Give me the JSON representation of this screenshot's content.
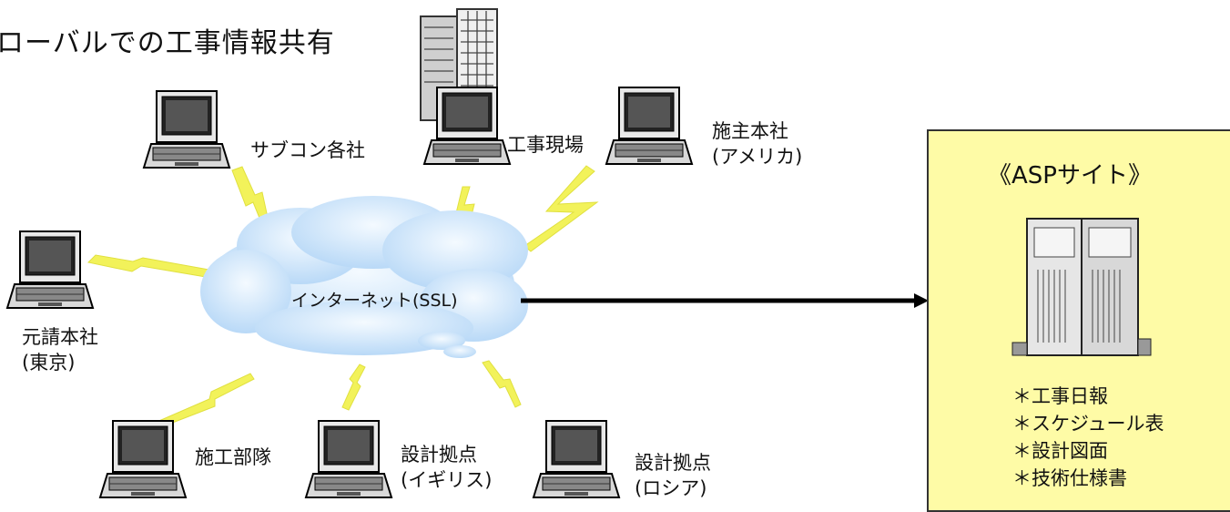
{
  "title": "ローバルでの工事情報共有",
  "cloud_label": "インターネット(SSL)",
  "nodes": {
    "subcon": "サブコン各社",
    "site": "工事現場",
    "owner_hq": [
      "施主本社",
      "(アメリカ)"
    ],
    "prime_hq": [
      "元請本社",
      "(東京)"
    ],
    "construction_team": "施工部隊",
    "design_uk": [
      "設計拠点",
      "(イギリス)"
    ],
    "design_russia": [
      "設計拠点",
      "(ロシア)"
    ]
  },
  "asp": {
    "title": "《ASPサイト》",
    "items": [
      "＊工事日報",
      "＊スケジュール表",
      "＊設計図面",
      "＊技術仕様書"
    ]
  },
  "colors": {
    "lightning": "#f2f25a",
    "cloud": "#cfe6fb",
    "asp_bg": "#fefba6"
  }
}
